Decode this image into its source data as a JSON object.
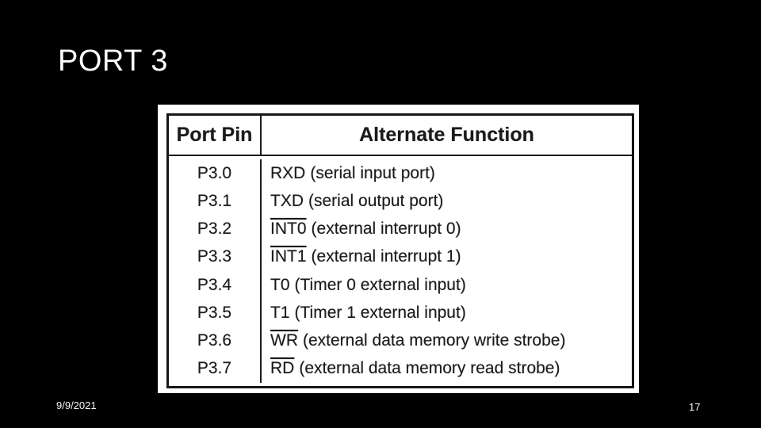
{
  "slide": {
    "title": "PORT 3",
    "footer": {
      "date": "9/9/2021",
      "page_number": "17"
    }
  },
  "figure": {
    "header": {
      "col1": "Port Pin",
      "col2": "Alternate Function"
    },
    "rows": [
      {
        "pin": "P3.0",
        "func": "RXD",
        "overline": "false",
        "desc": "(serial input port)"
      },
      {
        "pin": "P3.1",
        "func": "TXD",
        "overline": "false",
        "desc": "(serial output port)"
      },
      {
        "pin": "P3.2",
        "func": "INT0",
        "overline": "true",
        "desc": "(external interrupt 0)"
      },
      {
        "pin": "P3.3",
        "func": "INT1",
        "overline": "true",
        "desc": "(external interrupt 1)"
      },
      {
        "pin": "P3.4",
        "func": "T0",
        "overline": "false",
        "desc": "(Timer 0 external input)"
      },
      {
        "pin": "P3.5",
        "func": "T1",
        "overline": "false",
        "desc": "(Timer 1 external input)"
      },
      {
        "pin": "P3.6",
        "func": "WR",
        "overline": "true",
        "desc": "(external data memory write strobe)"
      },
      {
        "pin": "P3.7",
        "func": "RD",
        "overline": "true",
        "desc": "(external data memory read strobe)"
      }
    ]
  },
  "colors": {
    "slide_background": "#000000",
    "slide_text": "#ffffff",
    "table_background": "#ffffff",
    "table_ink": "#1a1a1a"
  }
}
